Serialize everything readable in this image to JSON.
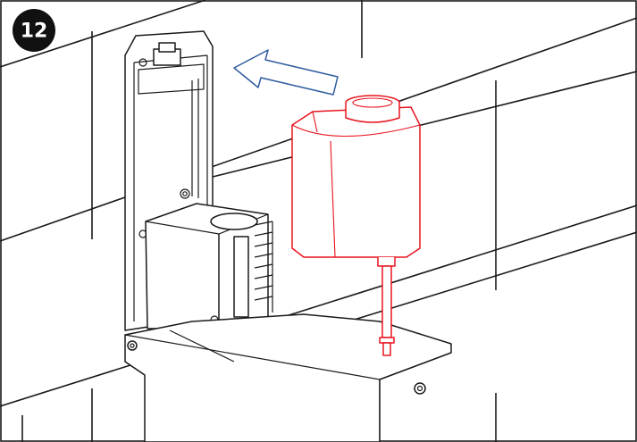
{
  "step": {
    "number": "12",
    "badge_color": "#111111"
  },
  "colors": {
    "highlight": "#e8141e",
    "arrow": "#2f5a9e",
    "line": "#1a1a1a"
  },
  "parts": {
    "highlighted": "refill-cartridge",
    "arrow_direction": "toward-wall-mount"
  }
}
